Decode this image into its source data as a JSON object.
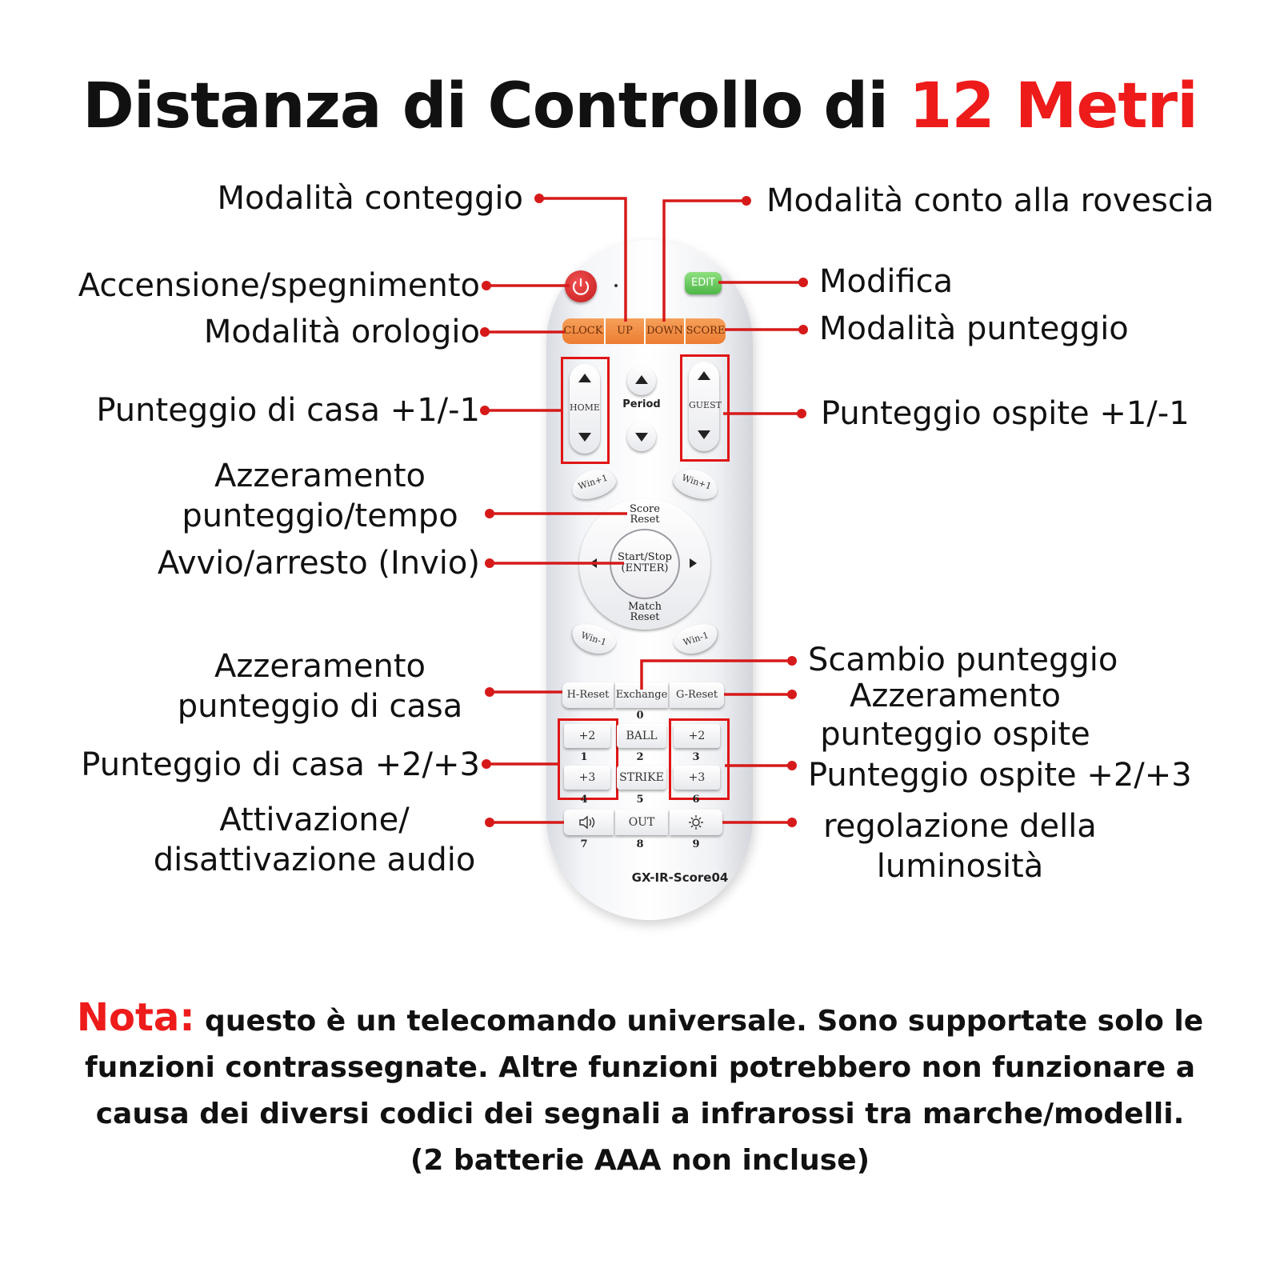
{
  "title": {
    "main": "Distanza di Controllo di ",
    "highlight": "12 Metri"
  },
  "labels": {
    "counting_mode": "Modalità conteggio",
    "countdown_mode": "Modalità conto alla rovescia",
    "power": "Accensione/spegnimento",
    "edit": "Modifica",
    "clock_mode": "Modalità orologio",
    "score_mode": "Modalità punteggio",
    "home_score": "Punteggio di casa +1/-1",
    "guest_score": "Punteggio ospite +1/-1",
    "reset_score_time_1": "Azzeramento",
    "reset_score_time_2": "punteggio/tempo",
    "start_stop": "Avvio/arresto (Invio)",
    "reset_home_1": "Azzeramento",
    "reset_home_2": "punteggio di casa",
    "exchange": "Scambio punteggio",
    "reset_guest_1": "Azzeramento",
    "reset_guest_2": "punteggio ospite",
    "home_plus23": "Punteggio di casa +2/+3",
    "guest_plus23": "Punteggio ospite +2/+3",
    "audio_1": "Attivazione/",
    "audio_2": "disattivazione audio",
    "brightness_1": "regolazione della",
    "brightness_2": "luminosità"
  },
  "remote": {
    "edit": "EDIT",
    "clock": "CLOCK",
    "up": "UP",
    "down": "DOWN",
    "score": "SCORE",
    "home": "HOME",
    "period": "Period",
    "guest": "GUEST",
    "win_plus": "Win+1",
    "win_minus": "Win-1",
    "score_reset_1": "Score",
    "score_reset_2": "Reset",
    "start_stop_1": "Start/Stop",
    "start_stop_2": "(ENTER)",
    "match_reset_1": "Match",
    "match_reset_2": "Reset",
    "h_reset": "H-Reset",
    "exchange": "Exchange",
    "g_reset": "G-Reset",
    "plus2": "+2",
    "plus3": "+3",
    "ball": "BALL",
    "strike": "STRIKE",
    "out": "OUT",
    "n0": "0",
    "n1": "1",
    "n2": "2",
    "n3": "3",
    "n4": "4",
    "n5": "5",
    "n6": "6",
    "n7": "7",
    "n8": "8",
    "n9": "9",
    "model": "GX-IR-Score04"
  },
  "note": {
    "prefix": "Nota:",
    "line1": " questo è un telecomando universale. Sono supportate solo le",
    "line2": "funzioni contrassegnate. Altre funzioni potrebbero non funzionare a",
    "line3": "causa dei diversi codici dei segnali a infrarossi tra marche/modelli.",
    "line4": "(2 batterie AAA non incluse)"
  },
  "colors": {
    "accent": "#ee1b1b",
    "orange_button": "#ec7d32",
    "power_button": "#d42a2a",
    "edit_button": "#5fc25a"
  }
}
